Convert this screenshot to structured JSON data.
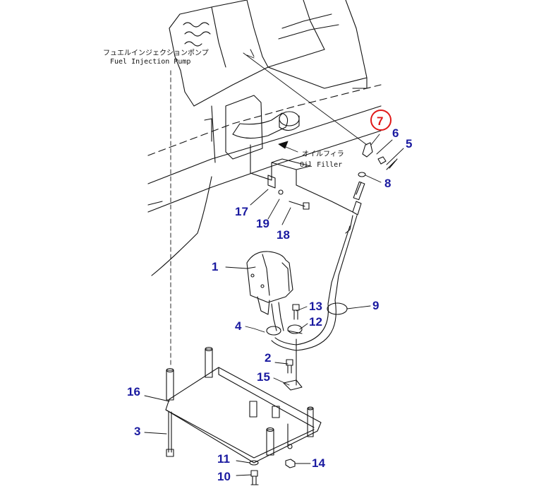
{
  "colors": {
    "callout": "#1a1aa0",
    "highlight": "#e01818",
    "line": "#111111"
  },
  "labels": {
    "pump_jp": "フュエルインジェクションポンプ",
    "pump_en": "Fuel Injection Pump",
    "filler_jp": "オイルフィラ",
    "filler_en": "Oil Filler"
  },
  "callouts": {
    "c1": "1",
    "c2": "2",
    "c3": "3",
    "c4": "4",
    "c5": "5",
    "c6": "6",
    "c7": "7",
    "c8": "8",
    "c9": "9",
    "c10": "10",
    "c11": "11",
    "c12": "12",
    "c13": "13",
    "c14": "14",
    "c15": "15",
    "c16": "16",
    "c17": "17",
    "c18": "18",
    "c19": "19"
  },
  "highlighted_part": "7"
}
